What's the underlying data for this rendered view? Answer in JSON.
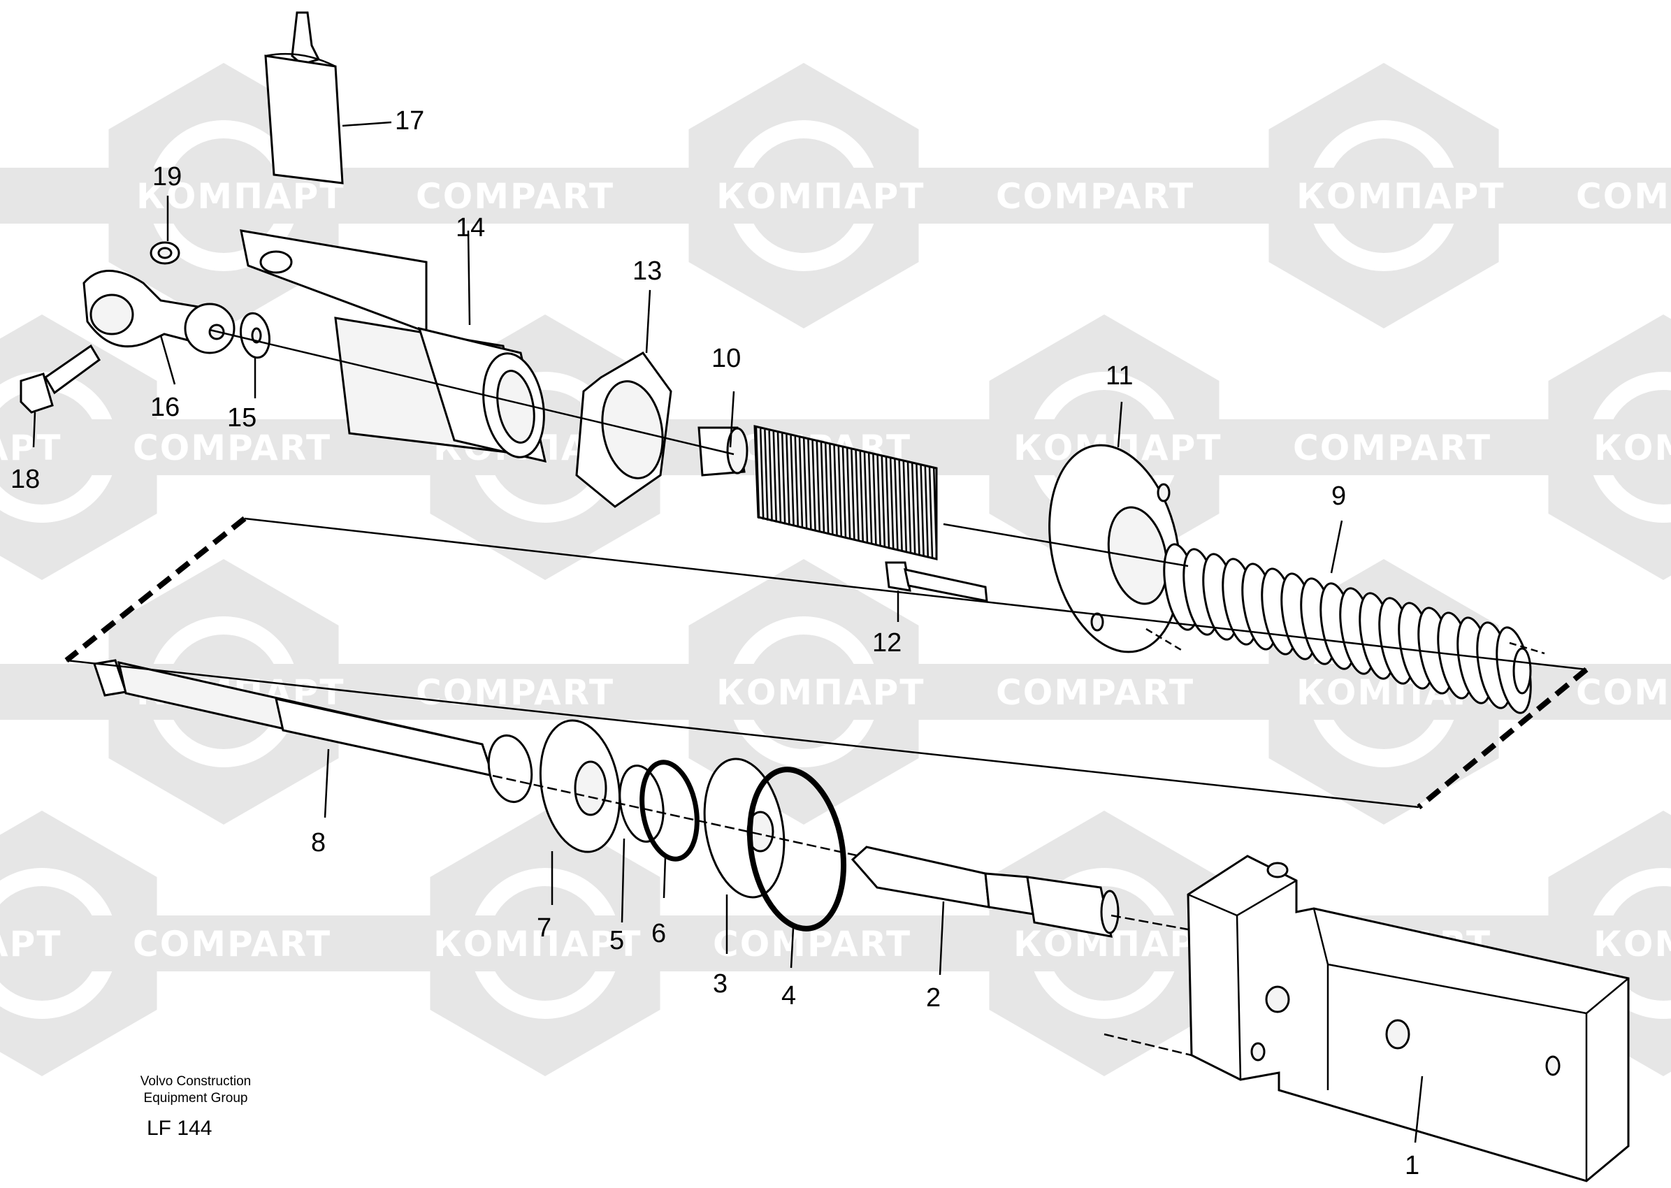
{
  "watermark": {
    "brand_ru": "КОМПАРТ",
    "brand_en": "COMPART",
    "color": "#e6e6e6"
  },
  "footer": {
    "company_line1": "Volvo Construction",
    "company_line2": "Equipment Group",
    "drawing_code": "LF 144"
  },
  "callouts": [
    "1",
    "2",
    "3",
    "4",
    "5",
    "6",
    "7",
    "8",
    "9",
    "10",
    "11",
    "12",
    "13",
    "14",
    "15",
    "16",
    "17",
    "18",
    "19"
  ]
}
